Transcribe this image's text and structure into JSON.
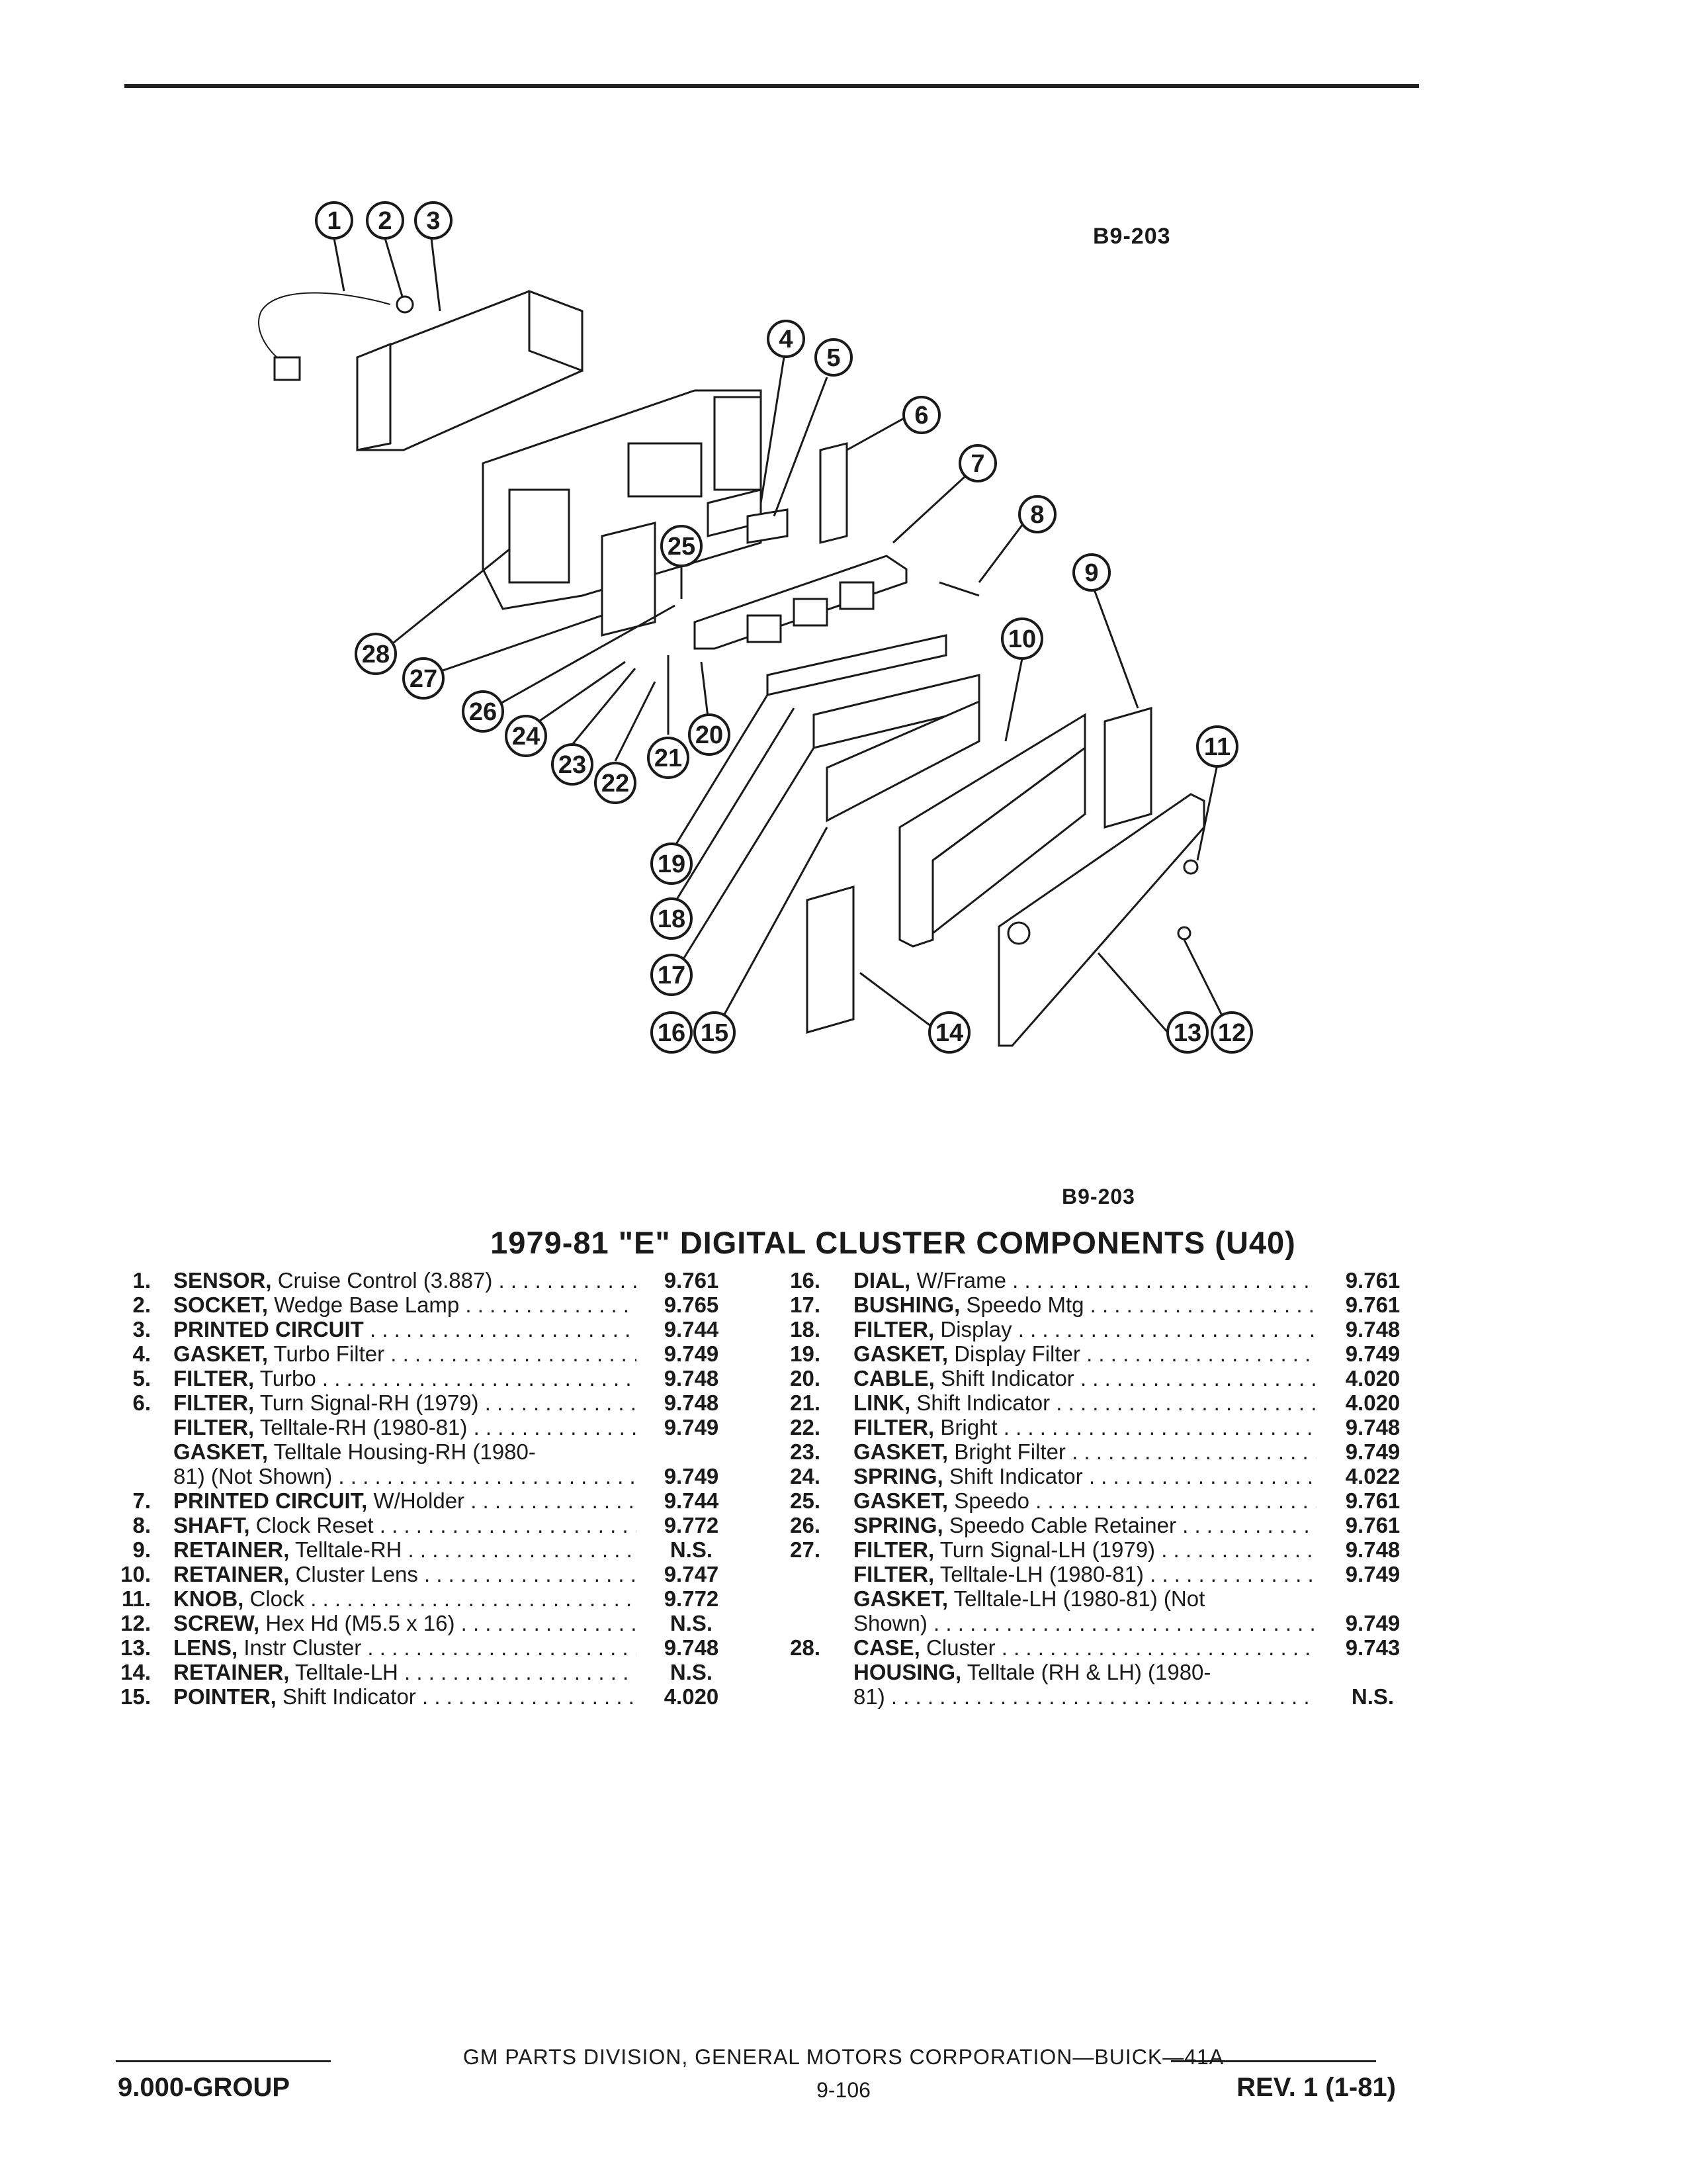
{
  "figure": {
    "code_top": "B9-203",
    "code_bottom": "B9-203"
  },
  "section_title": "1979-81 \"E\" DIGITAL CLUSTER COMPONENTS (U40)",
  "callouts": [
    "1",
    "2",
    "3",
    "4",
    "5",
    "6",
    "7",
    "8",
    "9",
    "10",
    "11",
    "12",
    "13",
    "14",
    "15",
    "16",
    "17",
    "18",
    "19",
    "20",
    "21",
    "22",
    "23",
    "24",
    "25",
    "26",
    "27",
    "28"
  ],
  "parts_left": [
    {
      "num": "1.",
      "name": "SENSOR,",
      "desc": " Cruise Control (3.887)",
      "group": "9.761"
    },
    {
      "num": "2.",
      "name": "SOCKET,",
      "desc": " Wedge Base Lamp",
      "group": "9.765"
    },
    {
      "num": "3.",
      "name": "PRINTED CIRCUIT",
      "desc": "",
      "group": "9.744"
    },
    {
      "num": "4.",
      "name": "GASKET,",
      "desc": " Turbo Filter",
      "group": "9.749"
    },
    {
      "num": "5.",
      "name": "FILTER,",
      "desc": " Turbo",
      "group": "9.748"
    },
    {
      "num": "6.",
      "name": "FILTER,",
      "desc": " Turn Signal-RH (1979)",
      "group": "9.748"
    },
    {
      "num": "",
      "name": "FILTER,",
      "desc": " Telltale-RH (1980-81)",
      "group": "9.749"
    },
    {
      "num": "",
      "name": "GASKET,",
      "desc": " Telltale Housing-RH (1980-",
      "group": "",
      "nodots": true
    },
    {
      "num": "",
      "name": "",
      "desc": "81) (Not Shown)",
      "group": "9.749"
    },
    {
      "num": "7.",
      "name": "PRINTED CIRCUIT,",
      "desc": " W/Holder",
      "group": "9.744"
    },
    {
      "num": "8.",
      "name": "SHAFT,",
      "desc": " Clock Reset",
      "group": "9.772"
    },
    {
      "num": "9.",
      "name": "RETAINER,",
      "desc": " Telltale-RH",
      "group": "N.S."
    },
    {
      "num": "10.",
      "name": "RETAINER,",
      "desc": " Cluster Lens",
      "group": "9.747"
    },
    {
      "num": "11.",
      "name": "KNOB,",
      "desc": " Clock",
      "group": "9.772"
    },
    {
      "num": "12.",
      "name": "SCREW,",
      "desc": " Hex Hd (M5.5 x 16)",
      "group": "N.S."
    },
    {
      "num": "13.",
      "name": "LENS,",
      "desc": " Instr Cluster",
      "group": "9.748"
    },
    {
      "num": "14.",
      "name": "RETAINER,",
      "desc": " Telltale-LH",
      "group": "N.S."
    },
    {
      "num": "15.",
      "name": "POINTER,",
      "desc": " Shift Indicator",
      "group": "4.020"
    }
  ],
  "parts_right": [
    {
      "num": "16.",
      "name": "DIAL,",
      "desc": " W/Frame",
      "group": "9.761"
    },
    {
      "num": "17.",
      "name": "BUSHING,",
      "desc": " Speedo Mtg",
      "group": "9.761"
    },
    {
      "num": "18.",
      "name": "FILTER,",
      "desc": " Display",
      "group": "9.748"
    },
    {
      "num": "19.",
      "name": "GASKET,",
      "desc": " Display Filter",
      "group": "9.749"
    },
    {
      "num": "20.",
      "name": "CABLE,",
      "desc": " Shift Indicator",
      "group": "4.020"
    },
    {
      "num": "21.",
      "name": "LINK,",
      "desc": " Shift Indicator",
      "group": "4.020"
    },
    {
      "num": "22.",
      "name": "FILTER,",
      "desc": " Bright",
      "group": "9.748"
    },
    {
      "num": "23.",
      "name": "GASKET,",
      "desc": " Bright Filter",
      "group": "9.749"
    },
    {
      "num": "24.",
      "name": "SPRING,",
      "desc": " Shift Indicator",
      "group": "4.022"
    },
    {
      "num": "25.",
      "name": "GASKET,",
      "desc": " Speedo",
      "group": "9.761"
    },
    {
      "num": "26.",
      "name": "SPRING,",
      "desc": " Speedo Cable Retainer",
      "group": "9.761"
    },
    {
      "num": "27.",
      "name": "FILTER,",
      "desc": " Turn Signal-LH (1979)",
      "group": "9.748"
    },
    {
      "num": "",
      "name": "FILTER,",
      "desc": " Telltale-LH (1980-81)",
      "group": "9.749"
    },
    {
      "num": "",
      "name": "GASKET,",
      "desc": " Telltale-LH (1980-81) (Not",
      "group": "",
      "nodots": true
    },
    {
      "num": "",
      "name": "",
      "desc": "Shown)",
      "group": "9.749"
    },
    {
      "num": "28.",
      "name": "CASE,",
      "desc": " Cluster",
      "group": "9.743"
    },
    {
      "num": "",
      "name": "HOUSING,",
      "desc": " Telltale (RH & LH) (1980-",
      "group": "",
      "nodots": true
    },
    {
      "num": "",
      "name": "",
      "desc": "81)",
      "group": "N.S."
    }
  ],
  "footer": {
    "center": "GM PARTS DIVISION, GENERAL MOTORS CORPORATION—BUICK—41A",
    "left": "9.000-GROUP",
    "page": "9-106",
    "rev": "REV. 1 (1-81)"
  }
}
